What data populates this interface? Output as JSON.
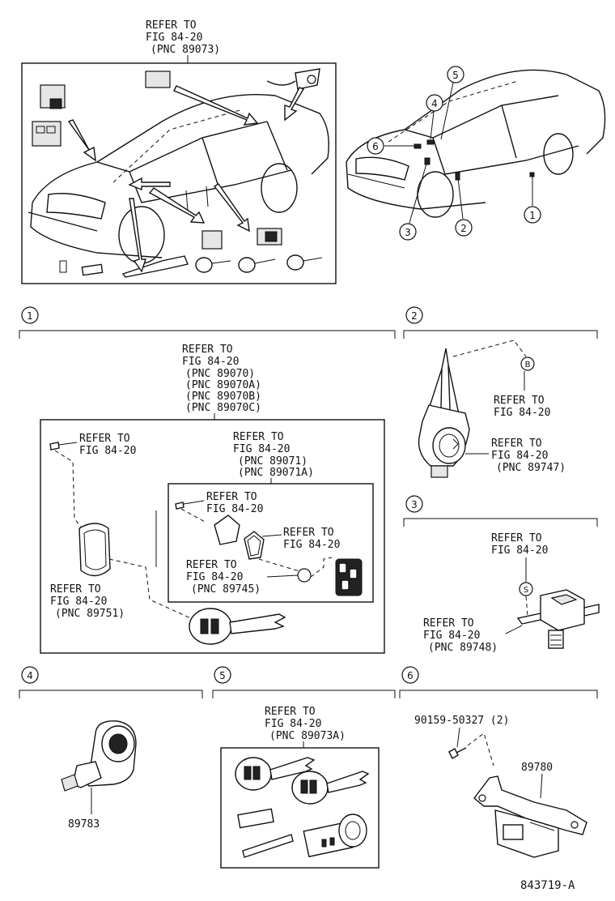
{
  "overview": {
    "ref_line1": "REFER TO",
    "ref_line2": "FIG 84-20",
    "ref_line3": "(PNC 89073)",
    "callouts": [
      "1",
      "2",
      "3",
      "4",
      "5",
      "6"
    ]
  },
  "section1": {
    "number": "1",
    "outer_ref": [
      "REFER TO",
      "FIG 84-20",
      "(PNC 89070)",
      "(PNC 89070A)",
      "(PNC 89070B)",
      "(PNC 89070C)"
    ],
    "screw_ref": [
      "REFER TO",
      "FIG 84-20"
    ],
    "inner_ref": [
      "REFER TO",
      "FIG 84-20",
      "(PNC 89071)",
      "(PNC 89071A)"
    ],
    "inner_screw_ref": [
      "REFER TO",
      "FIG 84-20"
    ],
    "case_ref": [
      "REFER TO",
      "FIG 84-20"
    ],
    "battery_ref": [
      "REFER TO",
      "FIG 84-20",
      "(PNC 89745)"
    ],
    "cover_ref": [
      "REFER TO",
      "FIG 84-20",
      "(PNC 89751)"
    ]
  },
  "section2": {
    "number": "2",
    "clip_ref": [
      "REFER TO",
      "FIG 84-20"
    ],
    "part_ref": [
      "REFER TO",
      "FIG 84-20",
      "(PNC 89747)"
    ],
    "marker": "B"
  },
  "section3": {
    "number": "3",
    "top_ref": [
      "REFER TO",
      "FIG 84-20"
    ],
    "part_ref": [
      "REFER TO",
      "FIG 84-20",
      "(PNC 89748)"
    ],
    "marker": "S"
  },
  "section4": {
    "number": "4",
    "part_number": "89783"
  },
  "section5": {
    "number": "5",
    "ref": [
      "REFER TO",
      "FIG 84-20",
      "(PNC 89073A)"
    ]
  },
  "section6": {
    "number": "6",
    "bolt_label": "90159-50327 (2)",
    "part_number": "89780"
  },
  "figure_id": "843719-A"
}
